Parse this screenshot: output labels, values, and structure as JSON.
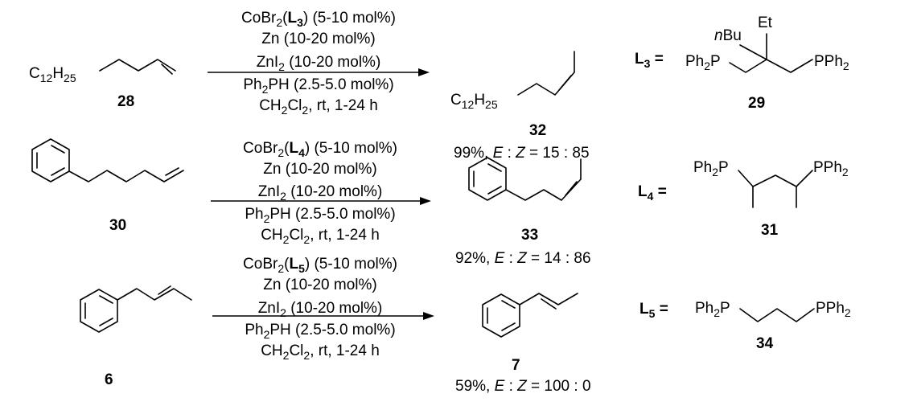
{
  "reactions": [
    {
      "substrate": {
        "formula_main": "C",
        "formula_sub1": "12",
        "formula_mid": "H",
        "formula_sub2": "25",
        "label": "28"
      },
      "conditions": [
        {
          "pre": "CoBr",
          "sub": "2",
          "mid": "(",
          "ligand_letter": "L",
          "ligand_sub": "3",
          "post": ") (5-10 mol%)"
        },
        {
          "text": "Zn (10-20 mol%)"
        },
        {
          "pre": "ZnI",
          "sub": "2",
          "post": " (10-20 mol%)"
        },
        {
          "pre": "Ph",
          "sub": "2",
          "post": "PH (2.5-5.0 mol%)"
        },
        {
          "pre": "CH",
          "sub": "2",
          "mid": "Cl",
          "sub2": "2",
          "post": ", rt, 1-24 h"
        }
      ],
      "product": {
        "formula_main": "C",
        "formula_sub1": "12",
        "formula_mid": "H",
        "formula_sub2": "25",
        "label": "32"
      },
      "yield": {
        "pct": "99%,",
        "e": "E",
        "z": "Z",
        "ratio": "15 : 85"
      },
      "ligand": {
        "letter": "L",
        "sub": "3",
        "eq": "=",
        "left": "Ph",
        "left_sub": "2",
        "left_post": "P",
        "nbu_n": "n",
        "nbu_rest": "Bu",
        "et": "Et",
        "right": "PPh",
        "right_sub": "2",
        "label": "29"
      }
    },
    {
      "substrate": {
        "label": "30"
      },
      "conditions": [
        {
          "pre": "CoBr",
          "sub": "2",
          "mid": "(",
          "ligand_letter": "L",
          "ligand_sub": "4",
          "post": ") (5-10 mol%)"
        },
        {
          "text": "Zn (10-20 mol%)"
        },
        {
          "pre": "ZnI",
          "sub": "2",
          "post": " (10-20 mol%)"
        },
        {
          "pre": "Ph",
          "sub": "2",
          "post": "PH (2.5-5.0 mol%)"
        },
        {
          "pre": "CH",
          "sub": "2",
          "mid": "Cl",
          "sub2": "2",
          "post": ", rt, 1-24 h"
        }
      ],
      "product": {
        "label": "33"
      },
      "yield": {
        "pct": "92%,",
        "e": "E",
        "z": "Z",
        "ratio": "14 : 86"
      },
      "ligand": {
        "letter": "L",
        "sub": "4",
        "eq": "=",
        "left": "Ph",
        "left_sub": "2",
        "left_post": "P",
        "right": "PPh",
        "right_sub": "2",
        "label": "31"
      }
    },
    {
      "substrate": {
        "label": "6"
      },
      "conditions": [
        {
          "pre": "CoBr",
          "sub": "2",
          "mid": "(",
          "ligand_letter": "L",
          "ligand_sub": "5",
          "post": ") (5-10 mol%)"
        },
        {
          "text": "Zn (10-20 mol%)"
        },
        {
          "pre": "ZnI",
          "sub": "2",
          "post": " (10-20 mol%)"
        },
        {
          "pre": "Ph",
          "sub": "2",
          "post": "PH (2.5-5.0 mol%)"
        },
        {
          "pre": "CH",
          "sub": "2",
          "mid": "Cl",
          "sub2": "2",
          "post": ", rt, 1-24 h"
        }
      ],
      "product": {
        "label": "7"
      },
      "yield": {
        "pct": "59%,",
        "e": "E",
        "z": "Z",
        "ratio": "100 : 0"
      },
      "ligand": {
        "letter": "L",
        "sub": "5",
        "eq": "=",
        "left": "Ph",
        "left_sub": "2",
        "left_post": "P",
        "right": "PPh",
        "right_sub": "2",
        "label": "34"
      }
    }
  ],
  "separators": {
    "colon": ":",
    "equals": "="
  }
}
